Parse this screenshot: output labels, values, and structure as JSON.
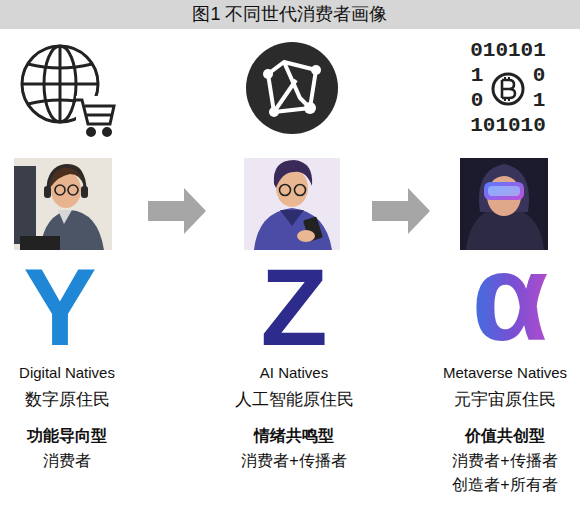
{
  "diagram": {
    "title": "图1 不同世代消费者画像",
    "labels": [
      "Y",
      "Digital Natives",
      "数字原住民",
      "功能导向型",
      "消费者",
      "Z",
      "AI Natives",
      "人工智能原住民",
      "情绪共鸣型",
      "消费者+传播者",
      "010101",
      "1",
      "0",
      "0",
      "1",
      "101010",
      "α",
      "Metaverse Natives",
      "元宇宙原住民",
      "价值共创型",
      "消费者+传播者",
      "创造者+所有者"
    ]
  }
}
